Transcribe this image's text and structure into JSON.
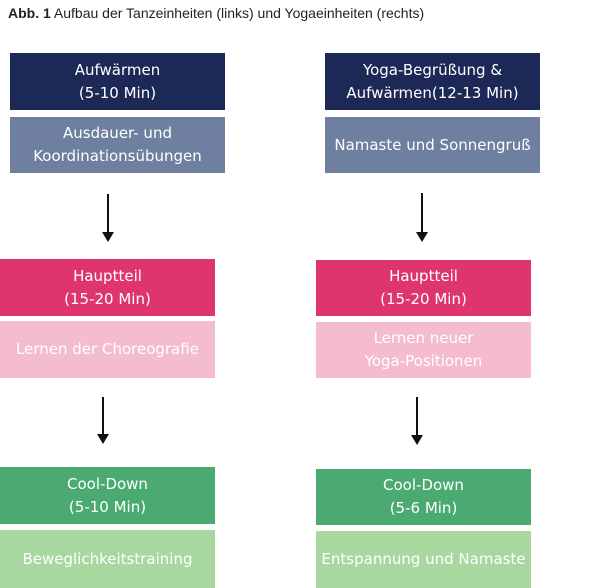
{
  "caption": {
    "label": "Abb. 1",
    "text": "Aufbau der Tanzeinheiten (links) und Yogaeinheiten (rechts)"
  },
  "colors": {
    "header_navy": "#1c2957",
    "sub_slate": "#6e7fa0",
    "main_pink": "#de3571",
    "sub_pink": "#f5bccd",
    "cool_green": "#4aaa72",
    "sub_green": "#a8d79f"
  },
  "left": {
    "warmup": {
      "line1": "Aufwärmen",
      "line2": "(5-10 Min)"
    },
    "warmup_content": {
      "line1": "Ausdauer- und",
      "line2": "Koordinationsübungen"
    },
    "main": {
      "line1": "Hauptteil",
      "line2": "(15-20 Min)"
    },
    "main_content": {
      "line1": "Lernen der Choreografie"
    },
    "cooldown": {
      "line1": "Cool-Down",
      "line2": "(5-10 Min)"
    },
    "cooldown_content": {
      "line1": "Beweglichkeitstraining"
    }
  },
  "right": {
    "warmup": {
      "line1": "Yoga-Begrüßung &",
      "line2": "Aufwärmen(12-13 Min)"
    },
    "warmup_content": {
      "line1": "Namaste und Sonnengruß"
    },
    "main": {
      "line1": "Hauptteil",
      "line2": "(15-20 Min)"
    },
    "main_content": {
      "line1": "Lernen neuer",
      "line2": "Yoga-Positionen"
    },
    "cooldown": {
      "line1": "Cool-Down",
      "line2": "(5-6 Min)"
    },
    "cooldown_content": {
      "line1": "Entspannung und Namaste"
    }
  }
}
